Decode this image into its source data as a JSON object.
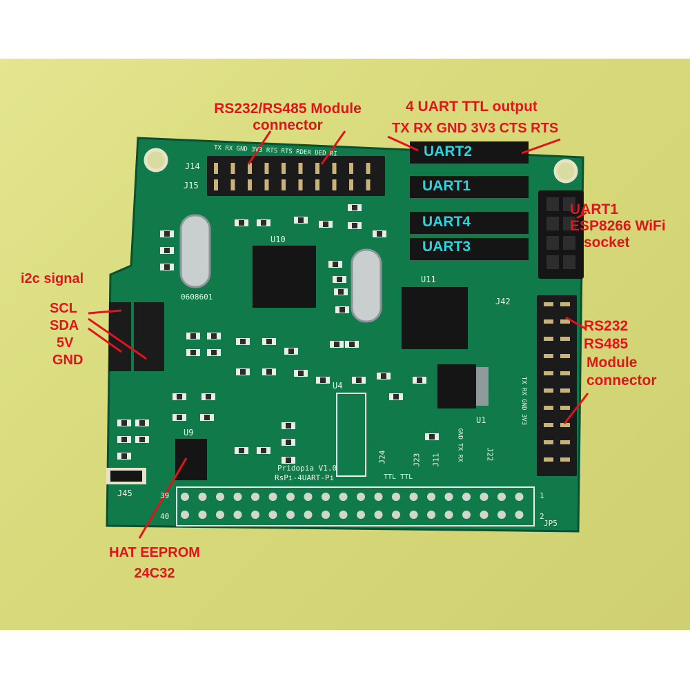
{
  "annotations": {
    "module_top_l1": "RS232/RS485 Module",
    "module_top_l2": "connector",
    "uart_ttl_title": "4 UART TTL output",
    "uart_ttl_pins": "TX RX GND 3V3 CTS RTS",
    "esp_l1": "UART1",
    "esp_l2": "ESP8266 WiFi",
    "esp_l3": "socket",
    "i2c_title": "i2c signal",
    "i2c_scl": "SCL",
    "i2c_sda": "SDA",
    "i2c_5v": "5V",
    "i2c_gnd": "GND",
    "rs_l1": "RS232",
    "rs_l2": "RS485",
    "rs_l3": "Module",
    "rs_l4": "connector",
    "eeprom_l1": "HAT EEPROM",
    "eeprom_l2": "24C32"
  },
  "uart_labels": [
    "UART2",
    "UART1",
    "UART4",
    "UART3"
  ],
  "silkscreen": {
    "j14": "J14",
    "j15": "J15",
    "top_pins": "TX RX GND 3V3 RTS RTS RDER DED RI",
    "u10": "U10",
    "u11": "U11",
    "u9": "U9",
    "u4": "U4",
    "u1": "U1",
    "code": "0608601",
    "pridopia_l1": "Pridopia V1.0",
    "pridopia_l2": "RsPi-4UART-Pi",
    "ttl": "TTL  TTL",
    "j42": "J42",
    "j45": "J45",
    "jp5": "JP5",
    "pin39": "39",
    "pin40": "40",
    "pin1": "1",
    "pin2": "2",
    "j22": "J22",
    "j24": "J24",
    "j23": "J23",
    "j11": "J11",
    "gnd_tx_rx": "GND TX RX",
    "j22_pins": "TX RX GND 3V3"
  },
  "colors": {
    "pcb": "#117a4a",
    "pcb_dark": "#0c5e37",
    "annotation": "#e0141b",
    "uart_label": "#29d6e0"
  }
}
